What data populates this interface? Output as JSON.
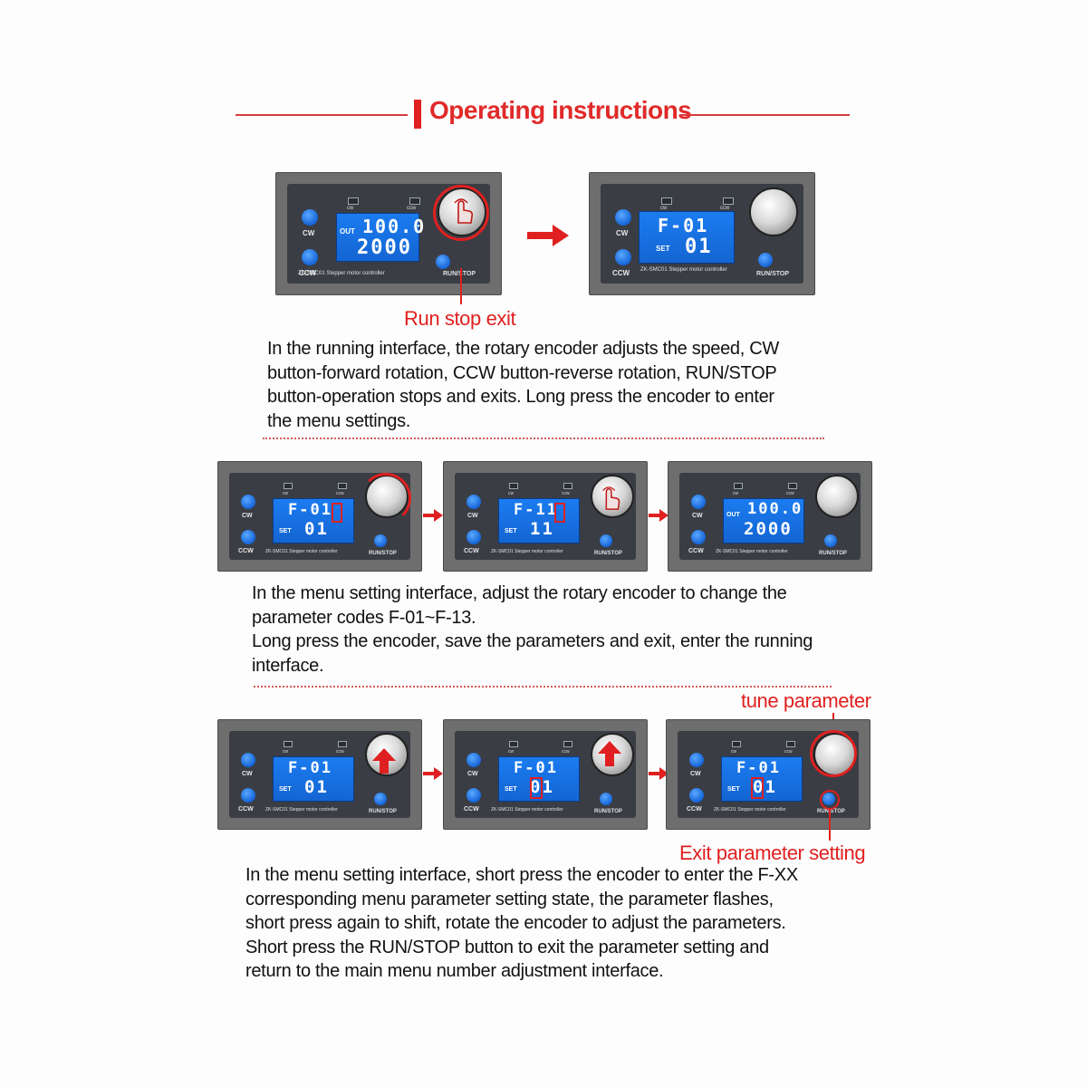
{
  "header": {
    "title": "Operating instructions"
  },
  "device_text": {
    "cw": "CW",
    "ccw": "CCW",
    "led_cw": "cw",
    "led_ccw": "ccw",
    "model": "ZK-SMC01 Stepper motor controller",
    "runstop": "RUN/STOP",
    "out": "OUT",
    "set": "SET"
  },
  "screens": {
    "s1": {
      "line1": "100.0",
      "line2": "2000"
    },
    "s2": {
      "line1": "F-01",
      "line2": "01"
    },
    "s3": {
      "line1": "F-01",
      "line2": "01"
    },
    "s4": {
      "line1": "F-11",
      "line2": "11"
    },
    "s5": {
      "line1": "100.0",
      "line2": "2000"
    },
    "s6": {
      "line1": "F-01",
      "line2": "01"
    },
    "s7": {
      "line1": "F-01",
      "line2": "01"
    },
    "s8": {
      "line1": "F-01",
      "line2": "01"
    }
  },
  "labels": {
    "run_stop_exit": "Run stop exit",
    "tune_parameter": "tune parameter",
    "exit_parameter_setting": "Exit parameter setting"
  },
  "section1": {
    "lines": [
      "In the running interface, the rotary encoder adjusts the speed, CW",
      "button-forward rotation, CCW button-reverse rotation, RUN/STOP",
      "button-operation stops and exits. Long press the encoder to enter",
      "the menu settings."
    ]
  },
  "section2": {
    "lines": [
      "In the menu setting interface, adjust the rotary encoder to change the",
      "parameter codes F-01~F-13.",
      "Long press the encoder, save the parameters and exit, enter the running",
      "interface."
    ]
  },
  "section3": {
    "lines": [
      "In the menu setting interface, short press the encoder to enter the F-XX",
      "corresponding menu parameter setting state, the parameter flashes,",
      "short press again to shift, rotate the encoder to adjust the parameters.",
      "Short press the RUN/STOP button to exit the parameter setting and",
      "return to the main menu number adjustment interface."
    ]
  },
  "colors": {
    "accent": "#e02020",
    "lcd": "#1b7cf0",
    "device": "#6e6e6e"
  }
}
